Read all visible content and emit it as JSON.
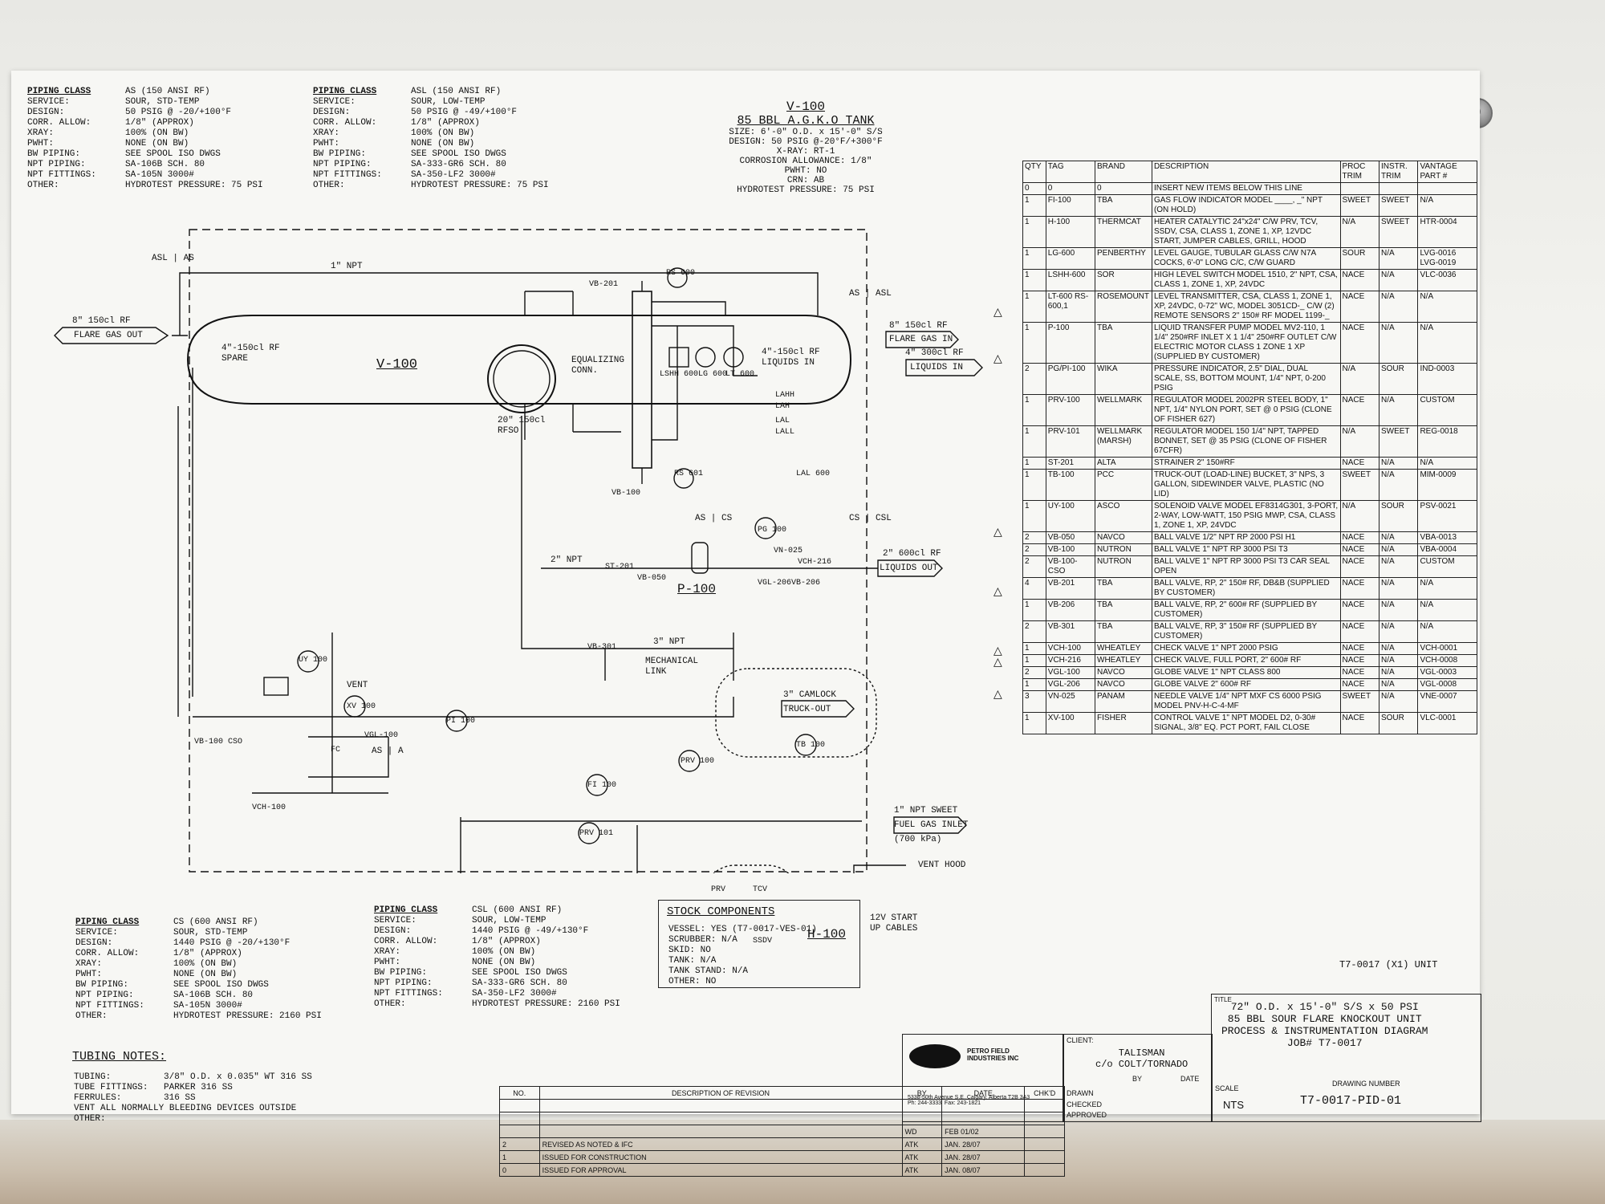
{
  "piping_classes": [
    {
      "class_label": "PIPING CLASS",
      "class_value": "AS (150 ANSI RF)",
      "service": "SOUR, STD-TEMP",
      "design": "50 PSIG @ -20/+100°F",
      "corr_allow": "1/8\" (APPROX)",
      "xray": "100% (ON BW)",
      "pwht": "NONE (ON BW)",
      "bw_piping": "SEE SPOOL ISO DWGS",
      "npt_piping": "SA-106B SCH. 80",
      "npt_fittings": "SA-105N 3000#",
      "other": "HYDROTEST PRESSURE: 75 PSI"
    },
    {
      "class_label": "PIPING CLASS",
      "class_value": "ASL (150 ANSI RF)",
      "service": "SOUR, LOW-TEMP",
      "design": "50 PSIG @ -49/+100°F",
      "corr_allow": "1/8\" (APPROX)",
      "xray": "100% (ON BW)",
      "pwht": "NONE (ON BW)",
      "bw_piping": "SEE SPOOL ISO DWGS",
      "npt_piping": "SA-333-GR6 SCH. 80",
      "npt_fittings": "SA-350-LF2 3000#",
      "other": "HYDROTEST PRESSURE: 75 PSI"
    },
    {
      "class_label": "PIPING CLASS",
      "class_value": "CS (600 ANSI RF)",
      "service": "SOUR, STD-TEMP",
      "design": "1440 PSIG @ -20/+130°F",
      "corr_allow": "1/8\" (APPROX)",
      "xray": "100% (ON BW)",
      "pwht": "NONE (ON BW)",
      "bw_piping": "SEE SPOOL ISO DWGS",
      "npt_piping": "SA-106B SCH. 80",
      "npt_fittings": "SA-105N 3000#",
      "other": "HYDROTEST PRESSURE: 2160 PSI"
    },
    {
      "class_label": "PIPING CLASS",
      "class_value": "CSL (600 ANSI RF)",
      "service": "SOUR, LOW-TEMP",
      "design": "1440 PSIG @ -49/+130°F",
      "corr_allow": "1/8\" (APPROX)",
      "xray": "100% (ON BW)",
      "pwht": "NONE (ON BW)",
      "bw_piping": "SEE SPOOL ISO DWGS",
      "npt_piping": "SA-333-GR6 SCH. 80",
      "npt_fittings": "SA-350-LF2 3000#",
      "other": "HYDROTEST PRESSURE: 2160 PSI"
    }
  ],
  "spec_labels": {
    "service": "SERVICE:",
    "design": "DESIGN:",
    "corr": "CORR. ALLOW:",
    "xray": "XRAY:",
    "pwht": "PWHT:",
    "bw": "BW PIPING:",
    "nptp": "NPT PIPING:",
    "nptf": "NPT FITTINGS:",
    "other": "OTHER:"
  },
  "vessel_header": {
    "tag": "V-100",
    "name": "85 BBL A.G.K.O TANK",
    "lines": [
      "SIZE: 6'-0\" O.D. x 15'-0\" S/S",
      "DESIGN: 50 PSIG @-20°F/+300°F",
      "X-RAY: RT-1",
      "CORROSION ALLOWANCE: 1/8\"",
      "PWHT: NO",
      "CRN: AB",
      "HYDROTEST PRESSURE: 75 PSI"
    ]
  },
  "diagram_labels": {
    "v100": "V-100",
    "p100": "P-100",
    "h100": "H-100",
    "flare_out": "FLARE GAS OUT",
    "flare_out_size": "8\" 150cl RF",
    "flare_in": "FLARE GAS IN",
    "flare_in_size": "8\" 150cl RF",
    "liquids_in": "LIQUIDS IN",
    "liquids_in_size": "4\" 300cl RF",
    "liquids_out": "LIQUIDS OUT",
    "liquids_out_size": "2\" 600cl RF",
    "truck_out": "TRUCK-OUT",
    "camlock": "3\" CAMLOCK",
    "fuel_gas": "FUEL GAS INLET",
    "fuel_gas_size": "1\" NPT SWEET",
    "fuel_gas_press": "(700 kPa)",
    "vent_hood": "VENT HOOD",
    "vent": "VENT",
    "start_cables": "12V START\nUP CABLES",
    "spare": "4\"-150cl RF\nSPARE",
    "liq_in_nozzle": "4\"-150cl RF\nLIQUIDS IN",
    "rfso": "20\" 150cl\nRFSO",
    "equalizing": "EQUALIZING\nCONN.",
    "npt1": "1\" NPT",
    "npt3": "3\" NPT",
    "npt2": "2\" NPT",
    "as_asl_left": "ASL | AS",
    "as_asl_right": "AS | ASL",
    "cs_csl": "CS | CSL",
    "as_cs": "AS | CS",
    "as_a": "AS | A",
    "mech_link": "MECHANICAL\nLINK",
    "tags": [
      "VB-201",
      "RS 600",
      "RS 601",
      "LSHH 600",
      "LG 600",
      "LT 600",
      "LAHH",
      "LAH",
      "LAL",
      "LALL",
      "VB-100",
      "ST-201",
      "VB-050",
      "PG 100",
      "VN-025",
      "VCH-216",
      "VGL-206",
      "VB-206",
      "UY 100",
      "XV 100",
      "VGL-100",
      "FC",
      "VCH-100",
      "VB-100 CSO",
      "PI 100",
      "FI 100",
      "PRV 100",
      "PRV 101",
      "TB 100",
      "VB-301",
      "PRV",
      "TCV",
      "SSDV",
      "LAL 600"
    ]
  },
  "bom": {
    "headers": [
      "QTY",
      "TAG",
      "BRAND",
      "DESCRIPTION",
      "PROC TRIM",
      "INSTR. TRIM",
      "VANTAGE PART #"
    ],
    "rows": [
      [
        "0",
        "0",
        "0",
        "INSERT NEW ITEMS BELOW THIS LINE",
        "",
        "",
        ""
      ],
      [
        "1",
        "FI-100",
        "TBA",
        "GAS FLOW INDICATOR MODEL ____, _\" NPT (ON HOLD)",
        "SWEET",
        "SWEET",
        "N/A"
      ],
      [
        "1",
        "H-100",
        "THERMCAT",
        "HEATER CATALYTIC 24\"x24\" C/W PRV, TCV, SSDV, CSA, CLASS 1, ZONE 1, XP, 12VDC START, JUMPER CABLES, GRILL, HOOD",
        "N/A",
        "SWEET",
        "HTR-0004"
      ],
      [
        "1",
        "LG-600",
        "PENBERTHY",
        "LEVEL GAUGE, TUBULAR GLASS C/W N7A COCKS, 6'-0\" LONG C/C, C/W GUARD",
        "SOUR",
        "N/A",
        "LVG-0016 LVG-0019"
      ],
      [
        "1",
        "LSHH-600",
        "SOR",
        "HIGH LEVEL SWITCH MODEL 1510, 2\" NPT, CSA, CLASS 1, ZONE 1, XP, 24VDC",
        "NACE",
        "N/A",
        "VLC-0036"
      ],
      [
        "1",
        "LT-600 RS-600,1",
        "ROSEMOUNT",
        "LEVEL TRANSMITTER, CSA, CLASS 1, ZONE 1, XP, 24VDC, 0-72\" WC, MODEL 3051CD-_ C/W (2) REMOTE SENSORS 2\" 150# RF MODEL 1199-_",
        "NACE",
        "N/A",
        "N/A"
      ],
      [
        "1",
        "P-100",
        "TBA",
        "LIQUID TRANSFER PUMP MODEL MV2-110, 1 1/4\" 250#RF INLET X 1 1/4\" 250#RF OUTLET C/W ELECTRIC MOTOR CLASS 1 ZONE 1 XP (SUPPLIED BY CUSTOMER)",
        "NACE",
        "N/A",
        "N/A"
      ],
      [
        "2",
        "PG/PI-100",
        "WIKA",
        "PRESSURE INDICATOR, 2.5\" DIAL, DUAL SCALE, SS, BOTTOM MOUNT, 1/4\" NPT, 0-200 PSIG",
        "N/A",
        "SOUR",
        "IND-0003"
      ],
      [
        "1",
        "PRV-100",
        "WELLMARK",
        "REGULATOR MODEL 2002PR STEEL BODY, 1\" NPT, 1/4\" NYLON PORT, SET @ 0 PSIG (CLONE OF FISHER 627)",
        "NACE",
        "N/A",
        "CUSTOM"
      ],
      [
        "1",
        "PRV-101",
        "WELLMARK (MARSH)",
        "REGULATOR MODEL 150 1/4\" NPT, TAPPED BONNET, SET @ 35 PSIG (CLONE OF FISHER 67CFR)",
        "N/A",
        "SWEET",
        "REG-0018"
      ],
      [
        "1",
        "ST-201",
        "ALTA",
        "STRAINER 2\" 150#RF",
        "NACE",
        "N/A",
        "N/A"
      ],
      [
        "1",
        "TB-100",
        "PCC",
        "TRUCK-OUT (LOAD-LINE) BUCKET, 3\" NPS, 3 GALLON, SIDEWINDER VALVE, PLASTIC (NO LID)",
        "SWEET",
        "N/A",
        "MIM-0009"
      ],
      [
        "1",
        "UY-100",
        "ASCO",
        "SOLENOID VALVE MODEL EF8314G301, 3-PORT, 2-WAY, LOW-WATT, 150 PSIG MWP, CSA, CLASS 1, ZONE 1, XP, 24VDC",
        "N/A",
        "SOUR",
        "PSV-0021"
      ],
      [
        "2",
        "VB-050",
        "NAVCO",
        "BALL VALVE 1/2\" NPT RP 2000 PSI H1",
        "NACE",
        "N/A",
        "VBA-0013"
      ],
      [
        "2",
        "VB-100",
        "NUTRON",
        "BALL VALVE 1\" NPT RP 3000 PSI T3",
        "NACE",
        "N/A",
        "VBA-0004"
      ],
      [
        "2",
        "VB-100-CSO",
        "NUTRON",
        "BALL VALVE 1\" NPT RP 3000 PSI T3 CAR SEAL OPEN",
        "NACE",
        "N/A",
        "CUSTOM"
      ],
      [
        "4",
        "VB-201",
        "TBA",
        "BALL VALVE, RP, 2\" 150# RF, DB&B (SUPPLIED BY CUSTOMER)",
        "NACE",
        "N/A",
        "N/A"
      ],
      [
        "1",
        "VB-206",
        "TBA",
        "BALL VALVE, RP, 2\" 600# RF (SUPPLIED BY CUSTOMER)",
        "NACE",
        "N/A",
        "N/A"
      ],
      [
        "2",
        "VB-301",
        "TBA",
        "BALL VALVE, RP, 3\" 150# RF (SUPPLIED BY CUSTOMER)",
        "NACE",
        "N/A",
        "N/A"
      ],
      [
        "1",
        "VCH-100",
        "WHEATLEY",
        "CHECK VALVE 1\" NPT 2000 PSIG",
        "NACE",
        "N/A",
        "VCH-0001"
      ],
      [
        "1",
        "VCH-216",
        "WHEATLEY",
        "CHECK VALVE, FULL PORT, 2\" 600# RF",
        "NACE",
        "N/A",
        "VCH-0008"
      ],
      [
        "2",
        "VGL-100",
        "NAVCO",
        "GLOBE VALVE 1\" NPT CLASS 800",
        "NACE",
        "N/A",
        "VGL-0003"
      ],
      [
        "1",
        "VGL-206",
        "NAVCO",
        "GLOBE VALVE 2\" 600# RF",
        "NACE",
        "N/A",
        "VGL-0008"
      ],
      [
        "3",
        "VN-025",
        "PANAM",
        "NEEDLE VALVE 1/4\" NPT MXF CS 6000 PSIG MODEL PNV-H-C-4-MF",
        "SWEET",
        "N/A",
        "VNE-0007"
      ],
      [
        "1",
        "XV-100",
        "FISHER",
        "CONTROL VALVE 1\" NPT MODEL D2, 0-30# SIGNAL, 3/8\" EQ. PCT PORT, FAIL CLOSE",
        "NACE",
        "SOUR",
        "VLC-0001"
      ]
    ]
  },
  "stock_components": {
    "title": "STOCK COMPONENTS",
    "lines": [
      "VESSEL: YES (T7-0017-VES-01)",
      "SCRUBBER: N/A",
      "SKID: NO",
      "TANK: N/A",
      "TANK STAND: N/A",
      "OTHER: NO"
    ]
  },
  "tubing_notes": {
    "title": "TUBING NOTES:",
    "lines": [
      [
        "TUBING:",
        "3/8\" O.D. x 0.035\" WT 316 SS"
      ],
      [
        "TUBE FITTINGS:",
        "PARKER 316 SS"
      ],
      [
        "FERRULES:",
        "316 SS"
      ],
      [
        "VENT ALL NORMALLY BLEEDING DEVICES OUTSIDE",
        ""
      ],
      [
        "OTHER:",
        ""
      ]
    ]
  },
  "revisions": {
    "headers": [
      "NO.",
      "DESCRIPTION OF REVISION",
      "BY",
      "DATE",
      "CHK'D"
    ],
    "rows": [
      [
        "",
        "",
        "WD",
        "FEB 01/02",
        ""
      ],
      [
        "2",
        "REVISED AS NOTED & IFC",
        "ATK",
        "JAN. 28/07",
        ""
      ],
      [
        "1",
        "ISSUED FOR CONSTRUCTION",
        "ATK",
        "JAN. 28/07",
        ""
      ],
      [
        "0",
        "ISSUED FOR APPROVAL",
        "ATK",
        "JAN. 08/07",
        ""
      ]
    ]
  },
  "title_block": {
    "company": "PETRO FIELD INDUSTRIES INC",
    "address": "5338-50th Avenue S.E.,Calgary, Alberta T2B 3A3\nPh: 244-3333  Fax: 243-1821",
    "client_label": "CLIENT:",
    "client": "TALISMAN\nc/o COLT/TORNADO",
    "by_label": "BY",
    "date_label": "DATE",
    "drawn": "DRAWN",
    "checked": "CHECKED",
    "approved": "APPROVED",
    "unit_note": "T7-0017 (X1) UNIT",
    "title_label": "TITLE",
    "title": "72\" O.D. x 15'-0\" S/S x 50 PSI\n85 BBL SOUR FLARE KNOCKOUT UNIT\nPROCESS & INSTRUMENTATION DIAGRAM\nJOB# T7-0017",
    "scale_label": "SCALE",
    "scale": "NTS",
    "drawing_no_label": "DRAWING NUMBER",
    "drawing_no": "T7-0017-PID-01"
  }
}
